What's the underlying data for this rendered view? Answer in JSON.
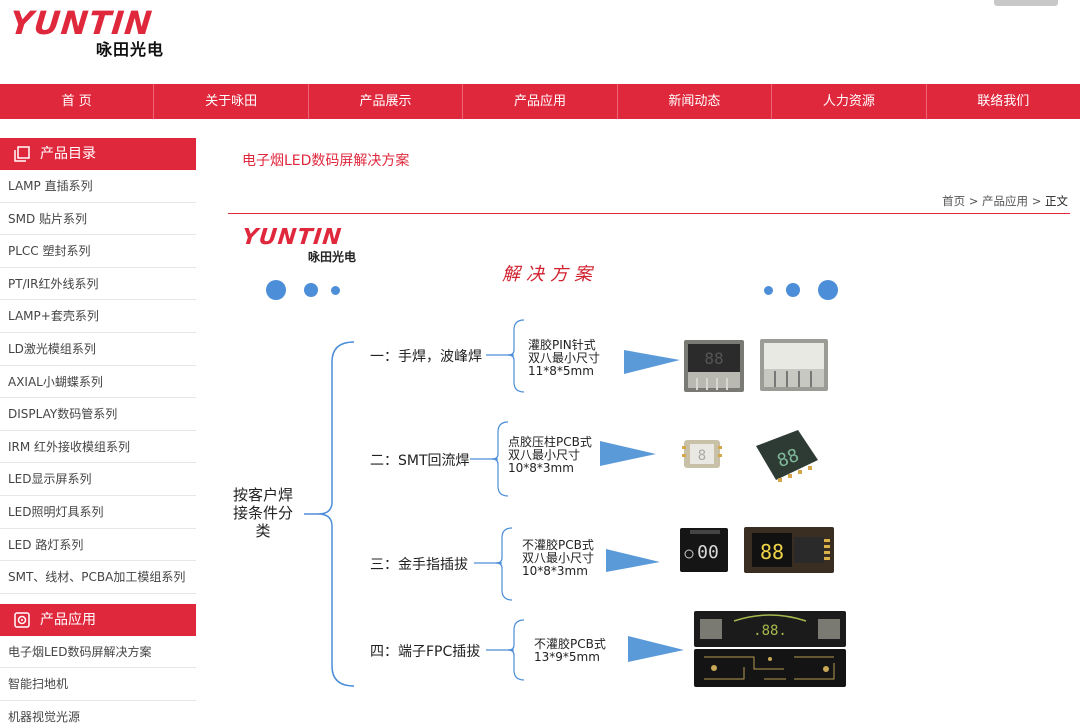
{
  "header": {
    "logo_en": "YUNTIN",
    "logo_cn": "咏田光电"
  },
  "nav": {
    "items": [
      "首 页",
      "关于咏田",
      "产品展示",
      "产品应用",
      "新闻动态",
      "人力资源",
      "联络我们"
    ]
  },
  "sidebar": {
    "catalog_title": "产品目录",
    "catalog_items": [
      "LAMP 直插系列",
      "SMD 贴片系列",
      "PLCC 塑封系列",
      "PT/IR红外线系列",
      "LAMP+套壳系列",
      "LD激光模组系列",
      "AXIAL小蝴蝶系列",
      "DISPLAY数码管系列",
      "IRM 红外接收模组系列",
      "LED显示屏系列",
      "LED照明灯具系列",
      "LED 路灯系列",
      "SMT、线材、PCBA加工模组系列"
    ],
    "application_title": "产品应用",
    "application_items": [
      "电子烟LED数码屏解决方案",
      "智能扫地机",
      "机器视觉光源"
    ]
  },
  "main": {
    "title": "电子烟LED数码屏解决方案",
    "breadcrumb": {
      "home": "首页",
      "sep1": ">",
      "section": "产品应用",
      "sep2": ">",
      "current": "正文"
    }
  },
  "diagram": {
    "logo_en": "YUNTIN",
    "logo_cn": "咏田光电",
    "title": "解决方案",
    "root": "按客户焊接条件分类",
    "branches": [
      {
        "label": "一：手焊，波峰焊",
        "spec": [
          "灌胶PIN针式",
          "双八最小尺寸",
          "11*8*5mm"
        ]
      },
      {
        "label": "二：SMT回流焊",
        "spec": [
          "点胶压柱PCB式",
          "双八最小尺寸",
          "10*8*3mm"
        ]
      },
      {
        "label": "三：金手指插拔",
        "spec": [
          "不灌胶PCB式",
          "双八最小尺寸",
          "10*8*3mm"
        ]
      },
      {
        "label": "四：端子FPC插拔",
        "spec": [
          "不灌胶PCB式",
          "13*9*5mm"
        ]
      }
    ],
    "colors": {
      "accent": "#e0283d",
      "line": "#4c8ed8"
    }
  }
}
